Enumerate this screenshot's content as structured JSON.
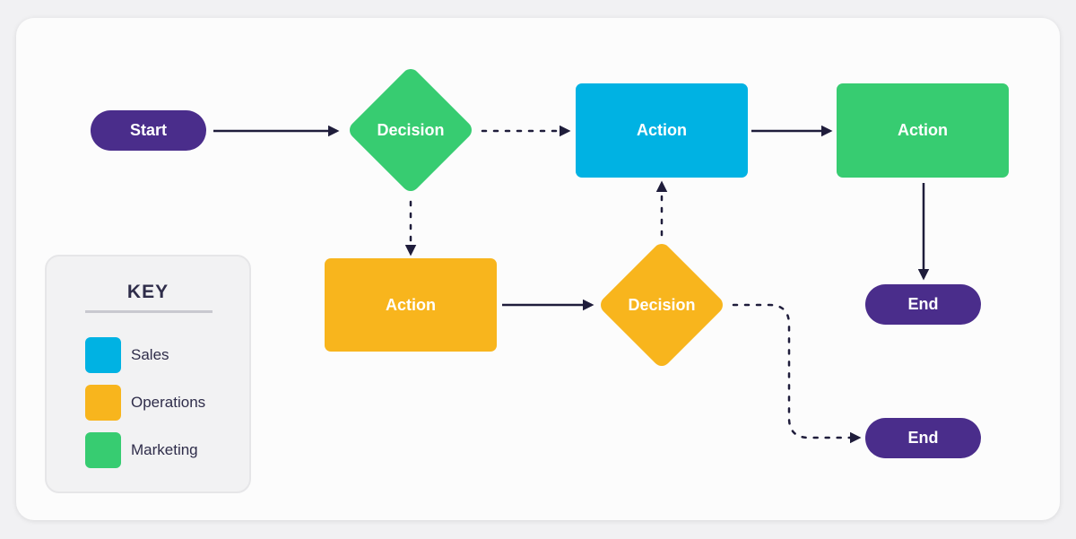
{
  "colors": {
    "purple": "#4a2d8b",
    "sales": "#00b2e3",
    "operations": "#f8b51d",
    "marketing": "#37cc71",
    "arrow": "#1f1d3b"
  },
  "nodes": {
    "start": "Start",
    "decision_green": "Decision",
    "action_blue": "Action",
    "action_green": "Action",
    "action_yellow": "Action",
    "decision_yellow": "Decision",
    "end_top": "End",
    "end_bottom": "End"
  },
  "key": {
    "title": "KEY",
    "items": [
      {
        "label": "Sales",
        "color": "#00b2e3"
      },
      {
        "label": "Operations",
        "color": "#f8b51d"
      },
      {
        "label": "Marketing",
        "color": "#37cc71"
      }
    ]
  }
}
